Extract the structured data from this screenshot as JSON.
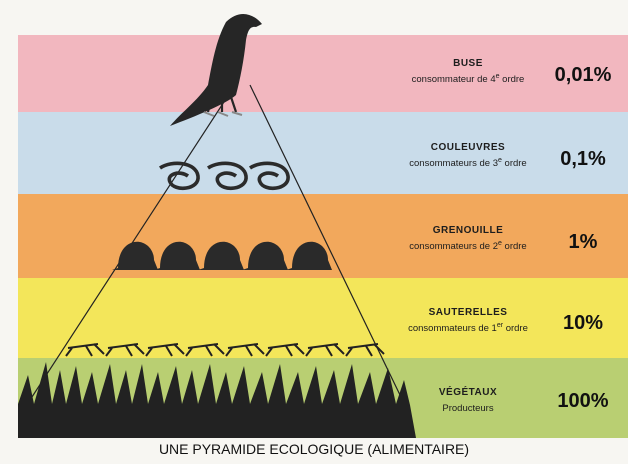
{
  "levels": [
    {
      "name": "BUSE",
      "role": "consommateur de 4e ordre",
      "role_pre": "consommateur de 4",
      "role_sup": "e",
      "role_post": " ordre",
      "percent": "0,01%",
      "color": "#f2b7bf",
      "icon": "buzzard-icon",
      "count": 1
    },
    {
      "name": "COULEUVRES",
      "role": "consommateurs de 3e ordre",
      "role_pre": "consommateurs de 3",
      "role_sup": "e",
      "role_post": " ordre",
      "percent": "0,1%",
      "color": "#c9dcea",
      "icon": "snake-icon",
      "count": 3
    },
    {
      "name": "GRENOUILLE",
      "role": "consommateurs de 2e ordre",
      "role_pre": "consommateurs de 2",
      "role_sup": "e",
      "role_post": " ordre",
      "percent": "1%",
      "color": "#f2a85c",
      "icon": "frog-icon",
      "count": 5
    },
    {
      "name": "SAUTERELLES",
      "role": "consommateurs de 1er ordre",
      "role_pre": "consommateurs de 1",
      "role_sup": "er",
      "role_post": " ordre",
      "percent": "10%",
      "color": "#f3e65a",
      "icon": "grasshopper-icon",
      "count": 8
    },
    {
      "name": "VÉGÉTAUX",
      "role": "Producteurs",
      "role_pre": "Producteurs",
      "role_sup": "",
      "role_post": "",
      "percent": "100%",
      "color": "#b9cf72",
      "icon": "grass-icon",
      "count": 1
    }
  ],
  "caption": "UNE PYRAMIDE ECOLOGIQUE (ALIMENTAIRE)"
}
